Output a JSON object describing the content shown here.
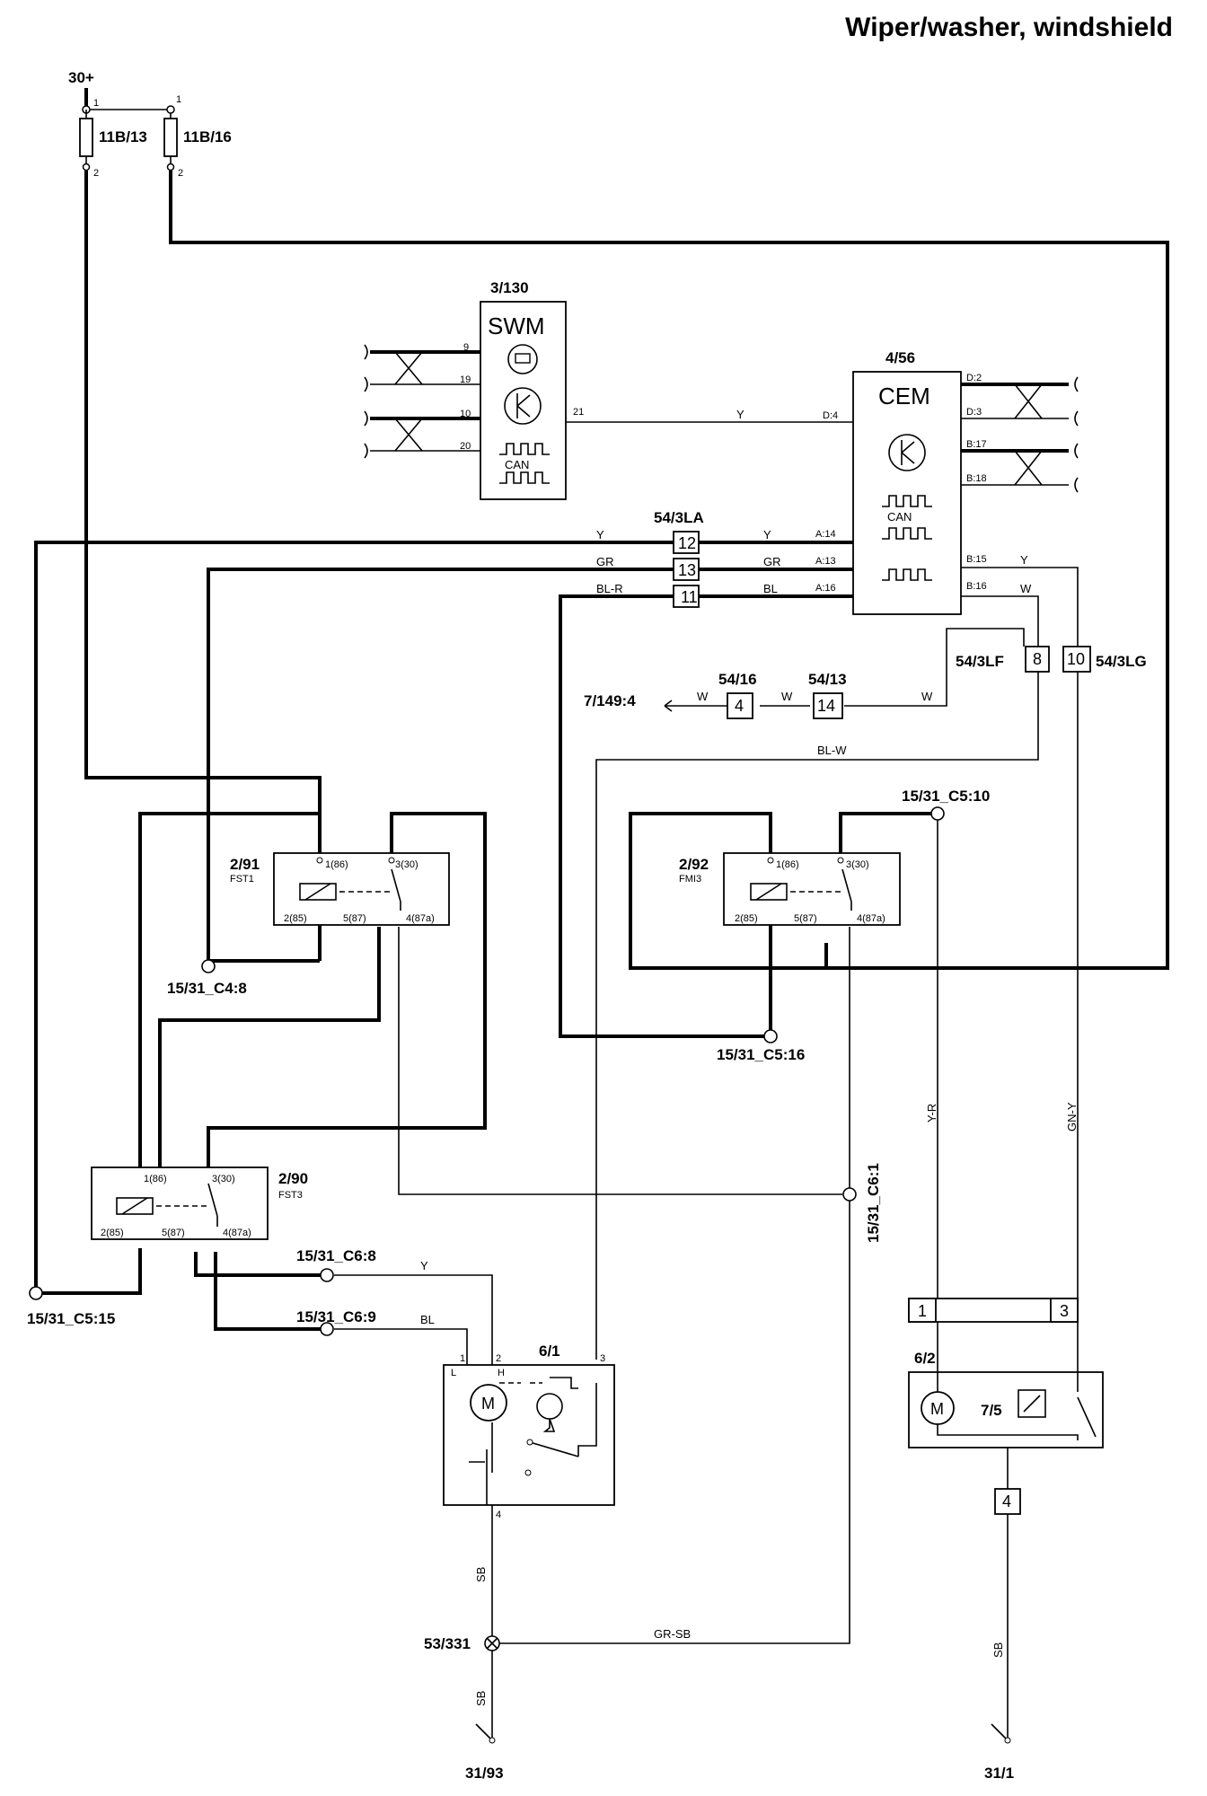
{
  "title": "Wiper/washer, windshield",
  "power": {
    "supply": "30+",
    "fuse_a": "11B/13",
    "fuse_b": "11B/16",
    "pin_in": "1",
    "pin_out": "2"
  },
  "swm": {
    "ref": "3/130",
    "name": "SWM",
    "can": "CAN",
    "pins": [
      "9",
      "19",
      "10",
      "20",
      "21"
    ]
  },
  "cem": {
    "ref": "4/56",
    "name": "CEM",
    "can": "CAN",
    "right_pins": [
      "D:2",
      "D:3",
      "B:17",
      "B:18",
      "B:15",
      "B:16"
    ],
    "left_pins": [
      "D:4",
      "A:14",
      "A:13",
      "A:16"
    ]
  },
  "connectors": {
    "c54_3la": "54/3LA",
    "c54_3lf": "54/3LF",
    "c54_3lg": "54/3LG",
    "c54_16": "54/16",
    "c54_13": "54/13",
    "p12": "12",
    "p13": "13",
    "p11": "11",
    "p8": "8",
    "p10": "10",
    "p4": "4",
    "p14": "14",
    "p4b": "4",
    "p1": "1",
    "p3": "3",
    "target": "7/149:4"
  },
  "wire_colors": {
    "y": "Y",
    "gr": "GR",
    "bl_r": "BL-R",
    "bl": "BL",
    "w": "W",
    "bl_w": "BL-W",
    "y_r": "Y-R",
    "gn_y": "GN-Y",
    "sb": "SB",
    "gr_sb": "GR-SB"
  },
  "relays": [
    {
      "ref": "2/91",
      "name": "FST1",
      "p1": "1(86)",
      "p3": "3(30)",
      "p2": "2(85)",
      "p5": "5(87)",
      "p4": "4(87a)"
    },
    {
      "ref": "2/92",
      "name": "FMI3",
      "p1": "1(86)",
      "p3": "3(30)",
      "p2": "2(85)",
      "p5": "5(87)",
      "p4": "4(87a)"
    },
    {
      "ref": "2/90",
      "name": "FST3",
      "p1": "1(86)",
      "p3": "3(30)",
      "p2": "2(85)",
      "p5": "5(87)",
      "p4": "4(87a)"
    }
  ],
  "splices": {
    "c4_8": "15/31_C4:8",
    "c5_10": "15/31_C5:10",
    "c5_16": "15/31_C5:16",
    "c5_15": "15/31_C5:15",
    "c6_8": "15/31_C6:8",
    "c6_9": "15/31_C6:9",
    "c6_1": "15/31_C6:1"
  },
  "motor": {
    "ref": "6/1",
    "symbol": "M",
    "pin_l": "L",
    "pin_h": "H",
    "pins": [
      "1",
      "2",
      "3",
      "4"
    ]
  },
  "pump": {
    "ref": "6/2",
    "symbol": "M",
    "switch": "7/5"
  },
  "grounds": {
    "g_point": "53/331",
    "g1": "31/93",
    "g2": "31/1"
  }
}
